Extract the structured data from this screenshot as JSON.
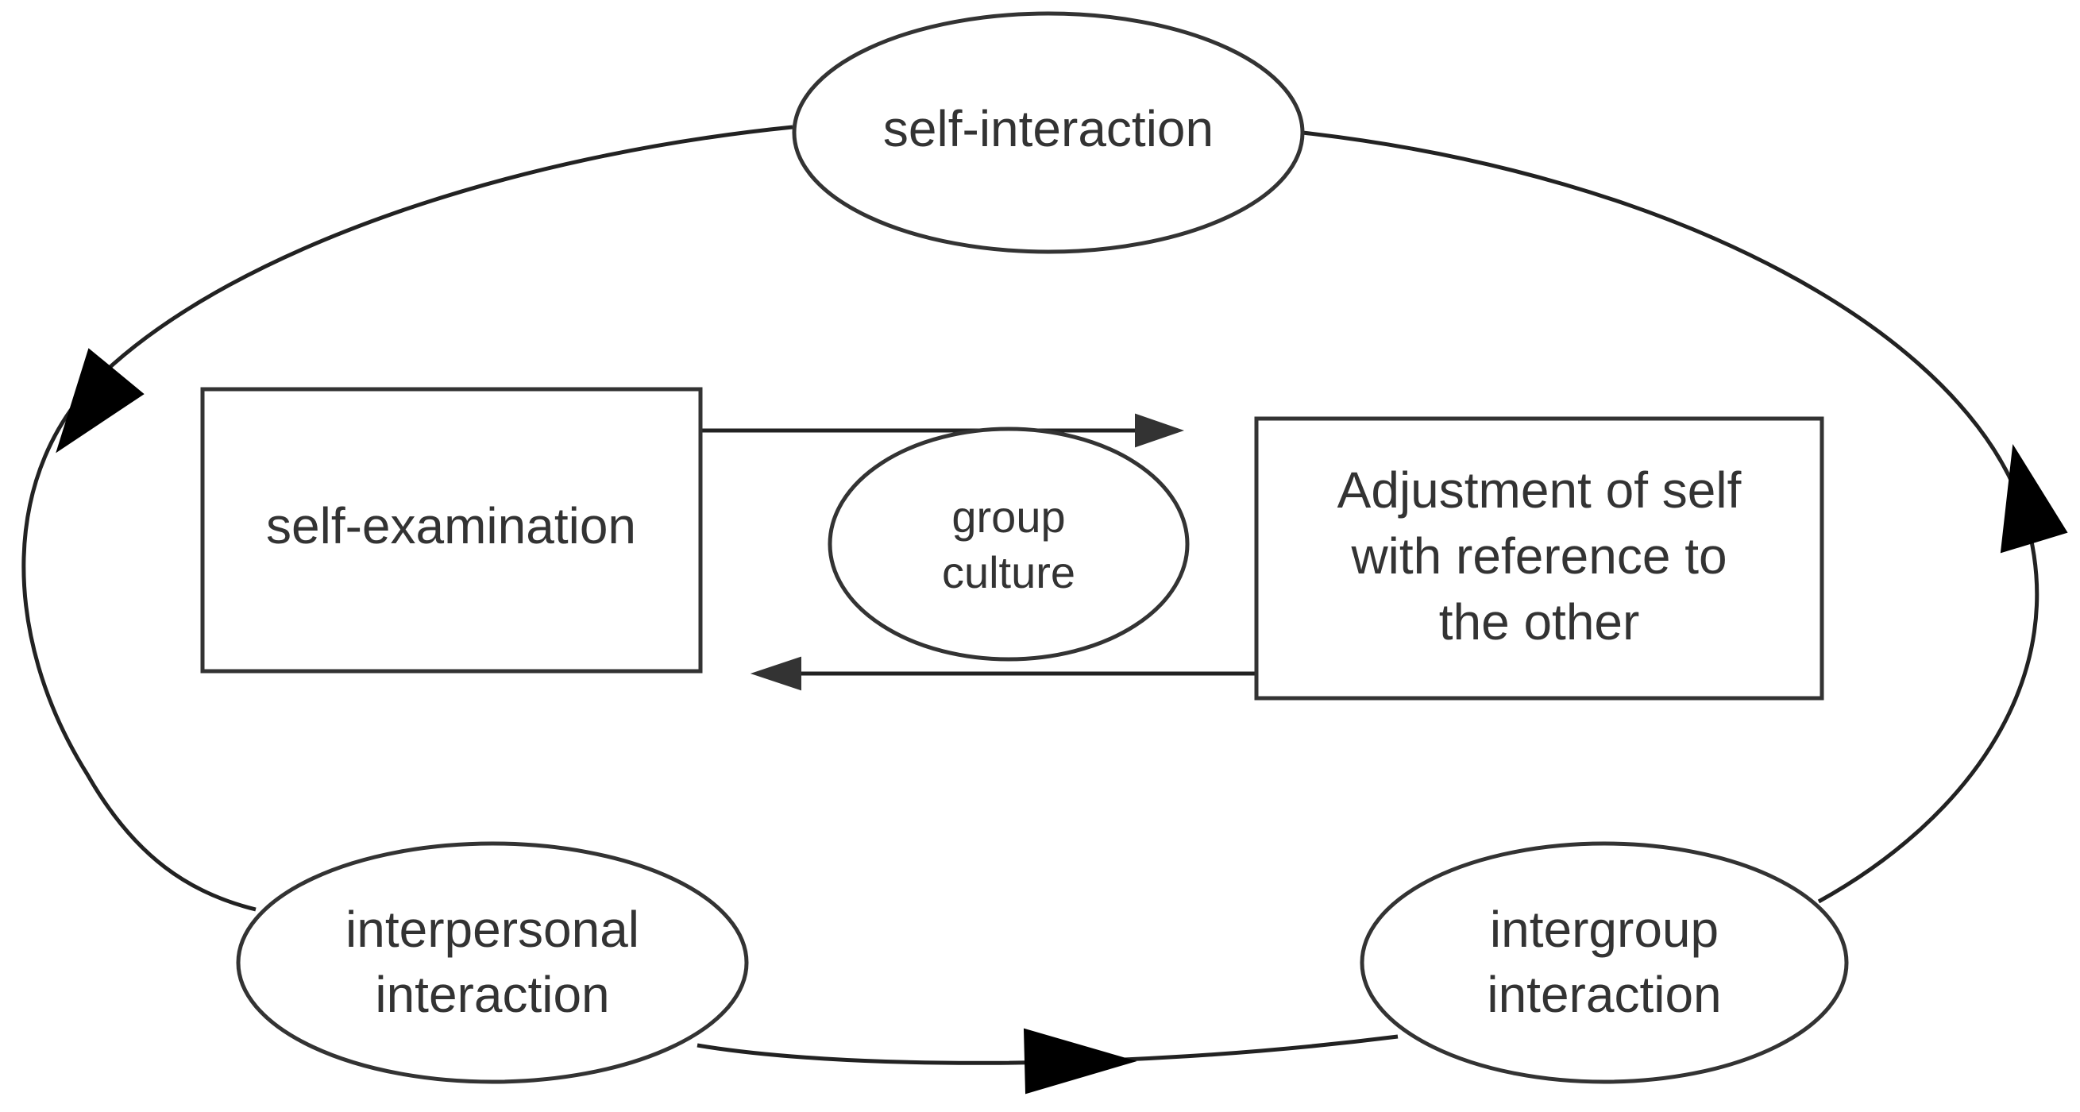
{
  "nodes": {
    "self_interaction": "self-interaction",
    "self_examination": "self-examination",
    "group_culture": [
      "group",
      "culture"
    ],
    "adjustment": [
      "Adjustment of self",
      "with reference to",
      "the other"
    ],
    "interpersonal": [
      "interpersonal",
      "interaction"
    ],
    "intergroup": [
      "intergroup",
      "interaction"
    ]
  },
  "colors": {
    "stroke": "#333333",
    "arrow": "#000000",
    "text": "#333333",
    "background": "#ffffff"
  }
}
